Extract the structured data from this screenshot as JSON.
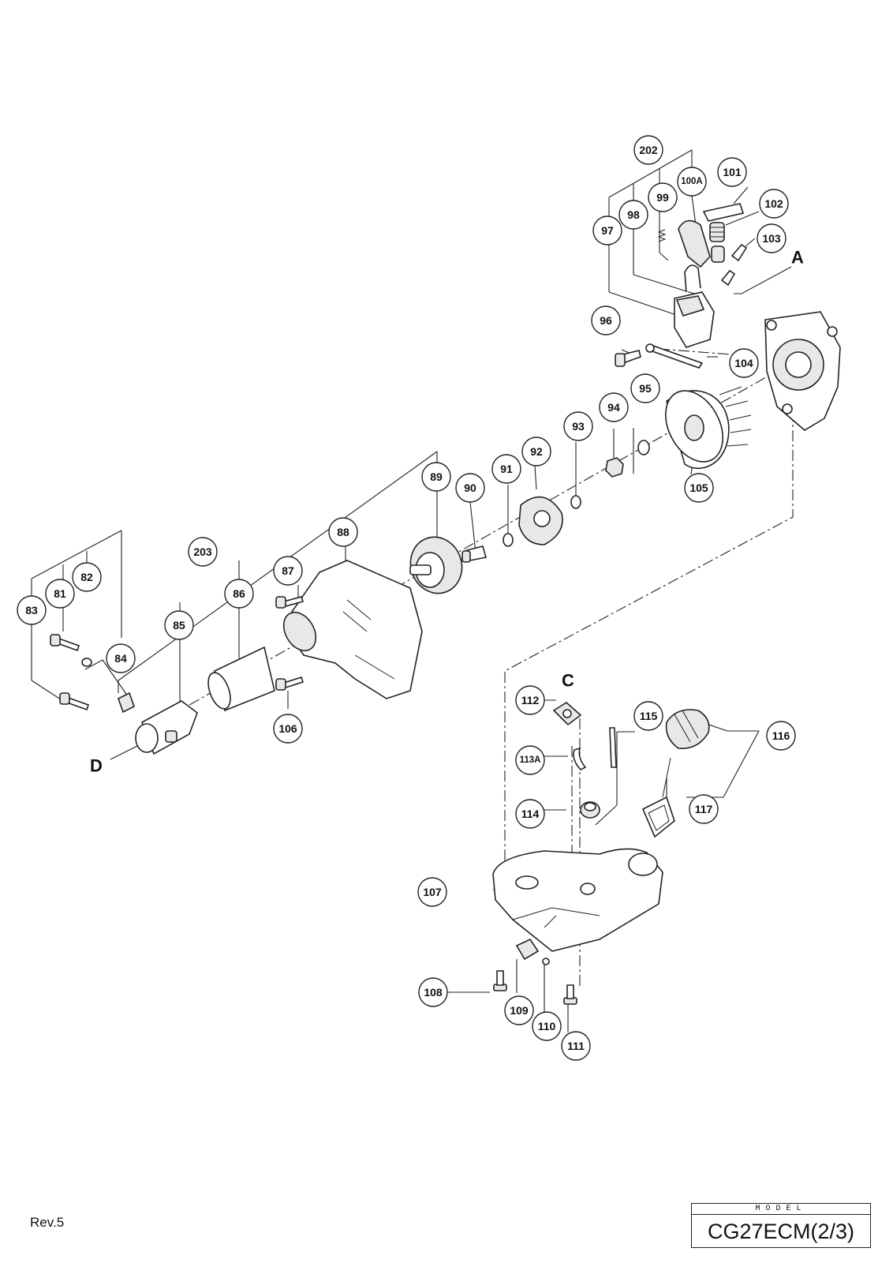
{
  "parts": {
    "p81": "81",
    "p82": "82",
    "p83": "83",
    "p84": "84",
    "p85": "85",
    "p86": "86",
    "p87": "87",
    "p88": "88",
    "p89": "89",
    "p90": "90",
    "p91": "91",
    "p92": "92",
    "p93": "93",
    "p94": "94",
    "p95": "95",
    "p96": "96",
    "p97": "97",
    "p98": "98",
    "p99": "99",
    "p100A": "100A",
    "p101": "101",
    "p102": "102",
    "p103": "103",
    "p104": "104",
    "p105": "105",
    "p106": "106",
    "p107": "107",
    "p108": "108",
    "p109": "109",
    "p110": "110",
    "p111": "111",
    "p112": "112",
    "p113A": "113A",
    "p114": "114",
    "p115": "115",
    "p116": "116",
    "p117": "117",
    "p202": "202",
    "p203": "203"
  },
  "refs": {
    "A": "A",
    "C": "C",
    "D": "D"
  },
  "footer": {
    "revision": "Rev.5",
    "model_caption": "MODEL",
    "model_name": "CG27ECM(2/3)"
  }
}
